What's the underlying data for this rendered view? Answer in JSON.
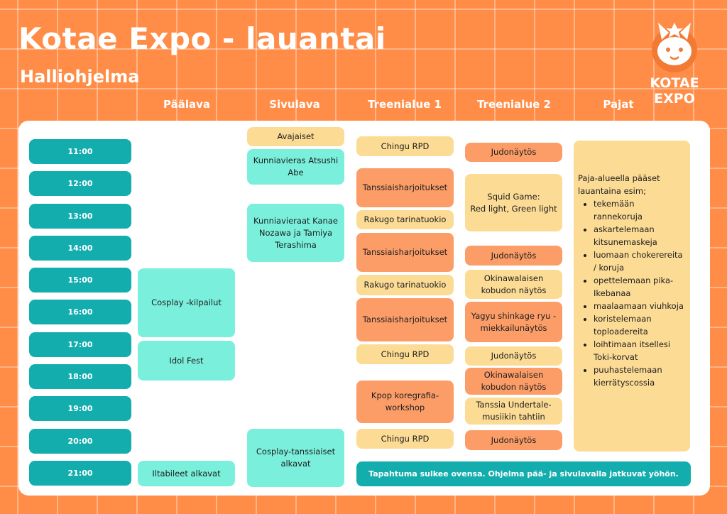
{
  "header": {
    "title": "Kotae Expo - lauantai",
    "subtitle": "Halliohjelma"
  },
  "logo": {
    "line1": "KOTAE",
    "line2": "EXPO",
    "icon": "fox-mascot-icon"
  },
  "columns": [
    "Päälava",
    "Sivulava",
    "Treenialue 1",
    "Treenialue 2",
    "Pajat"
  ],
  "times": [
    "11:00",
    "12:00",
    "13:00",
    "14:00",
    "15:00",
    "16:00",
    "17:00",
    "18:00",
    "19:00",
    "20:00",
    "21:00"
  ],
  "paalava": {
    "cosplay": "Cosplay -kilpailut",
    "idol": "Idol Fest",
    "iltabileet": "Iltabileet alkavat"
  },
  "sivulava": {
    "avajaiset": "Avajaiset",
    "kunniavieras": "Kunniavieras Atsushi Abe",
    "kunniavieraat": "Kunniavieraat Kanae Nozawa ja Tamiya Terashima",
    "tanssiaiset": "Cosplay-tanssiaiset alkavat"
  },
  "treeni1": {
    "chingu": "Chingu RPD",
    "tanssi": "Tanssiaisharjoitukset",
    "rakugo": "Rakugo tarinatuokio",
    "kpop": "Kpop koregrafia-workshop"
  },
  "treeni2": {
    "judo": "Judonäytös",
    "squid_line1": "Squid Game:",
    "squid_line2": "Red light, Green light",
    "okinawa1": "Okinawalaisen kobudon näytös",
    "yagyu": "Yagyu shinkage ryu - miekkailunäytös",
    "okinawa2": "Okinawalaisen kobudon näytös",
    "undertale": "Tanssia Undertale-musiikin tahtiin"
  },
  "pajat": {
    "intro": "Paja-alueella pääset lauantaina esim;",
    "items": [
      "tekemään rannekoruja",
      "askartelemaan kitsunemaskeja",
      "luomaan chokerereita / koruja",
      "opettelemaan pika-Ikebanaa",
      "maalaamaan viuhkoja",
      "koristelemaan toploadereita",
      "loihtimaan itsellesi Toki-korvat",
      "puuhastelemaan kierrätyscossia"
    ]
  },
  "footer_note": "Tapahtuma sulkee ovensa. Ohjelma pää- ja sivulavalla jatkuvat yöhön.",
  "colors": {
    "background": "#FF8D47",
    "time_block": "#14ADAE",
    "mint": "#7AF0DC",
    "peach": "#FCDB95",
    "coral": "#FC9D68"
  }
}
